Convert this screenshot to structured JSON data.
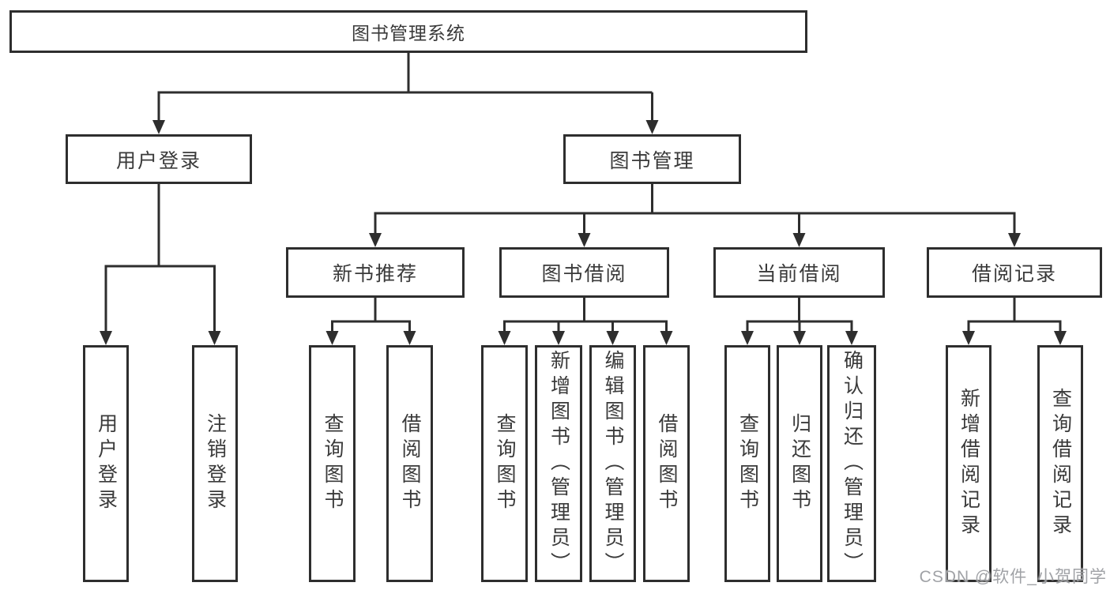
{
  "diagram": {
    "root": {
      "label": "图书管理系统"
    },
    "branches": [
      {
        "label": "用户登录",
        "children": [
          {
            "label": "用户登录"
          },
          {
            "label": "注销登录"
          }
        ]
      },
      {
        "label": "图书管理",
        "children": [
          {
            "label": "新书推荐",
            "children": [
              {
                "label": "查询图书"
              },
              {
                "label": "借阅图书"
              }
            ]
          },
          {
            "label": "图书借阅",
            "children": [
              {
                "label": "查询图书"
              },
              {
                "label": "新增图书（管理员）"
              },
              {
                "label": "编辑图书（管理员）"
              },
              {
                "label": "借阅图书"
              }
            ]
          },
          {
            "label": "当前借阅",
            "children": [
              {
                "label": "查询图书"
              },
              {
                "label": "归还图书"
              },
              {
                "label": "确认归还（管理员）"
              }
            ]
          },
          {
            "label": "借阅记录",
            "children": [
              {
                "label": "新增借阅记录"
              },
              {
                "label": "查询借阅记录"
              }
            ]
          }
        ]
      }
    ],
    "colors": {
      "line": "#2e2e2e",
      "border": "#2e2e2e",
      "text": "#3a3a3a",
      "watermark": "#96989c",
      "background": "#ffffff"
    }
  },
  "watermark": {
    "text": "CSDN @软件_小贺同学"
  }
}
